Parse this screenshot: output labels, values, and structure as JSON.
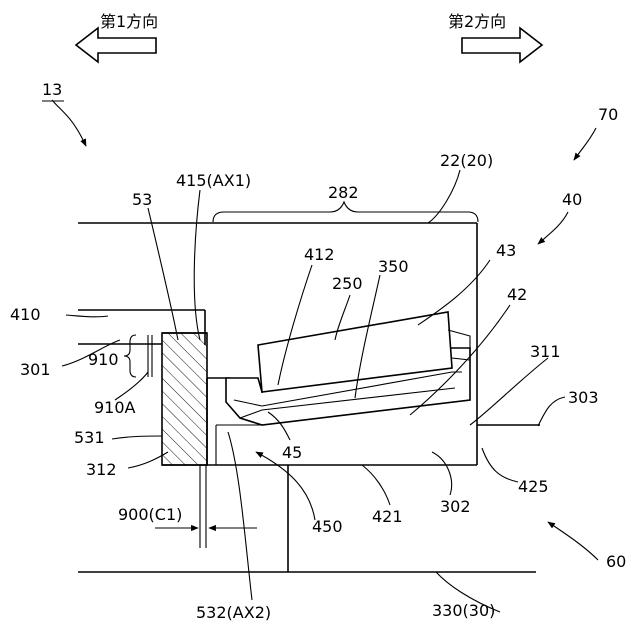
{
  "directions": {
    "first": "第1方向",
    "second": "第2方向"
  },
  "labels": {
    "l13": "13",
    "l70": "70",
    "l40": "40",
    "l60": "60",
    "l53": "53",
    "l415": "415(AX1)",
    "l282": "282",
    "l22": "22(20)",
    "l43": "43",
    "l412": "412",
    "l350": "350",
    "l250": "250",
    "l42": "42",
    "l410": "410",
    "l301": "301",
    "l910": "910",
    "l311": "311",
    "l910a": "910A",
    "l303": "303",
    "l531": "531",
    "l45": "45",
    "l312": "312",
    "l425": "425",
    "l302": "302",
    "l900": "900(C1)",
    "l450": "450",
    "l421": "421",
    "l532": "532(AX2)",
    "l330": "330(30)"
  }
}
